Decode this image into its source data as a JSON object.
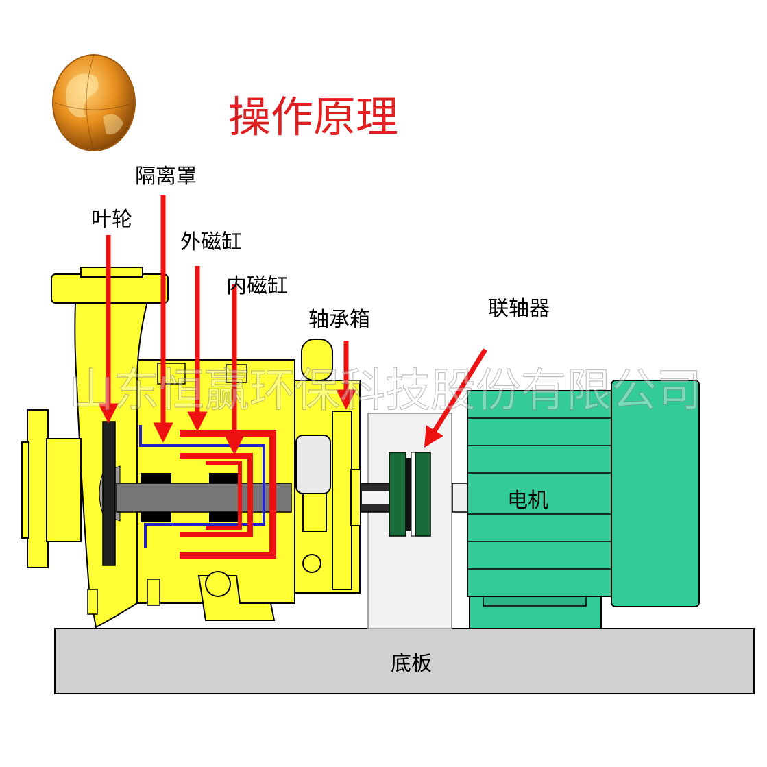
{
  "title": "操作原理",
  "watermark": "山东恒赢环保科技股份有限公司",
  "labels": {
    "impeller": "叶轮",
    "isolation_cover": "隔离罩",
    "outer_magnet": "外磁缸",
    "inner_magnet": "内磁缸",
    "bearing_box": "轴承箱",
    "coupling": "联轴器",
    "motor": "电机",
    "base_plate": "底板"
  },
  "colors": {
    "pump_body": "#ffff33",
    "motor": "#33cc99",
    "arrow": "#ee1111",
    "title": "#e02020",
    "base": "#d0d0d0",
    "isolation_line": "#2222cc",
    "coupling": "#1a6b3a"
  },
  "icons": {
    "globe": "globe-icon"
  }
}
